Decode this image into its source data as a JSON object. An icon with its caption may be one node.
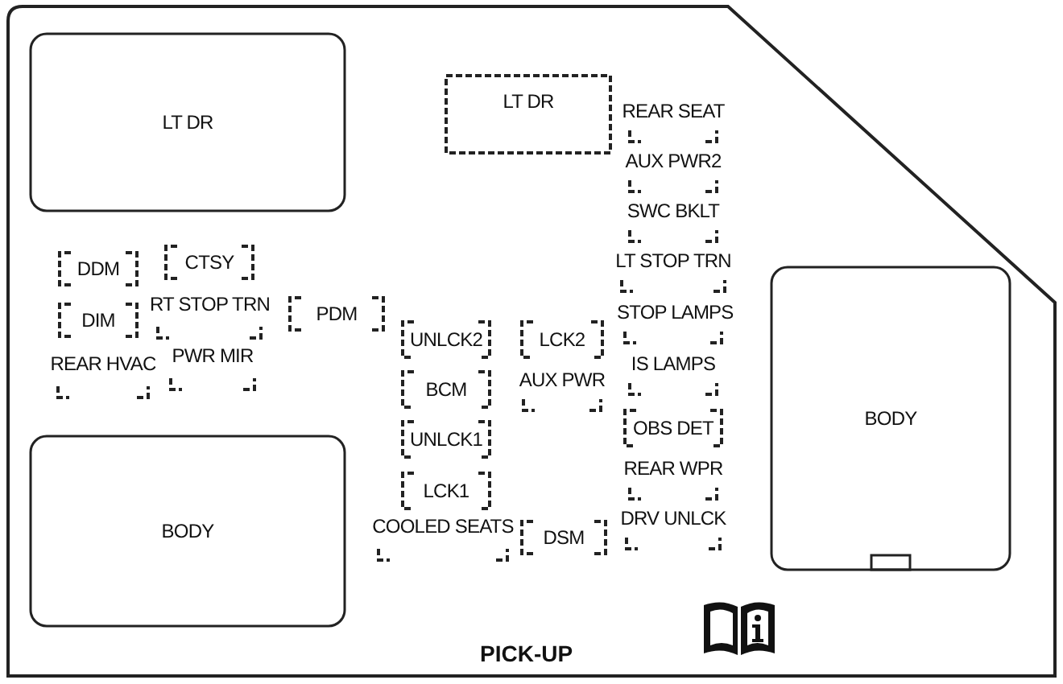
{
  "diagram": {
    "nodes": [
      {
        "text": [
          "LT DR"
        ]
      },
      {
        "text": [
          "LT DR"
        ]
      },
      {
        "text": [
          "REAR SEAT"
        ]
      },
      {
        "text": [
          "AUX PWR2"
        ]
      },
      {
        "text": [
          "SWC BKLT"
        ]
      },
      {
        "text": [
          "LT STOP TRN"
        ]
      },
      {
        "text": [
          "DDM"
        ]
      },
      {
        "text": [
          "CTSY"
        ]
      },
      {
        "text": [
          "DIM"
        ]
      },
      {
        "text": [
          "RT STOP TRN"
        ]
      },
      {
        "text": [
          "PDM"
        ]
      },
      {
        "text": [
          "STOP LAMPS"
        ]
      },
      {
        "text": [
          "UNLCK2"
        ]
      },
      {
        "text": [
          "LCK2"
        ]
      },
      {
        "text": [
          "REAR HVAC"
        ]
      },
      {
        "text": [
          "PWR MIR"
        ]
      },
      {
        "text": [
          "BCM"
        ]
      },
      {
        "text": [
          "AUX PWR"
        ]
      },
      {
        "text": [
          "IS LAMPS"
        ]
      },
      {
        "text": [
          "UNLCK1"
        ]
      },
      {
        "text": [
          "OBS DET"
        ]
      },
      {
        "text": [
          "BODY"
        ]
      },
      {
        "text": [
          "LCK1"
        ]
      },
      {
        "text": [
          "REAR WPR"
        ]
      },
      {
        "text": [
          "COOLED SEATS"
        ]
      },
      {
        "text": [
          "DSM"
        ]
      },
      {
        "text": [
          "DRV UNLCK"
        ]
      },
      {
        "text": [
          "BODY"
        ]
      }
    ],
    "labels": [
      "PICK-UP"
    ]
  }
}
